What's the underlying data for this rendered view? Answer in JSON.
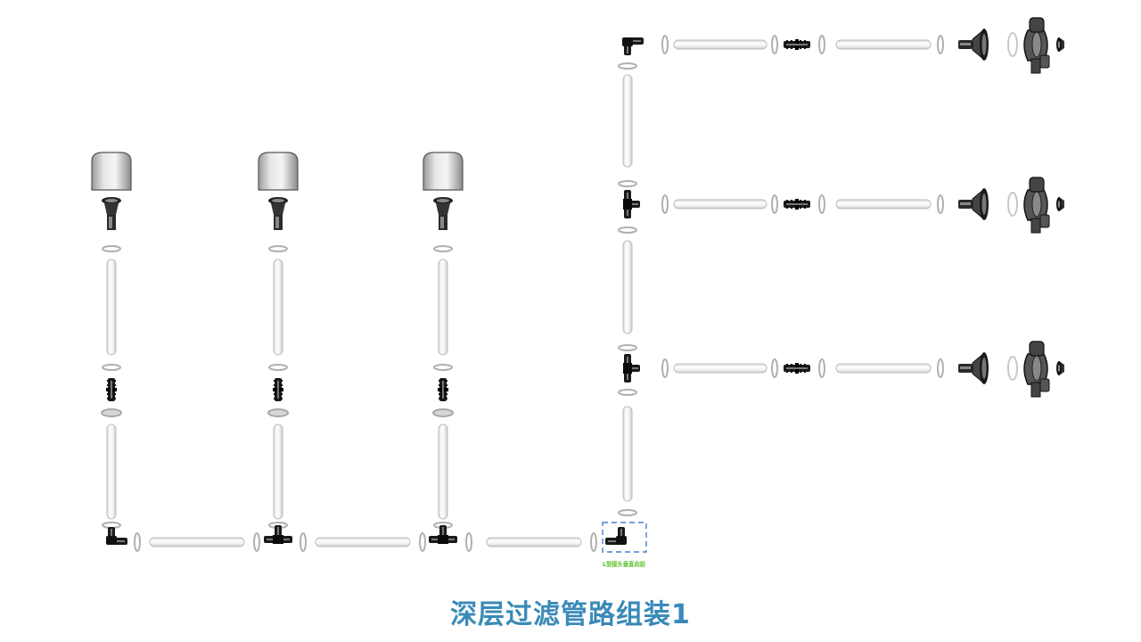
{
  "diagram": {
    "title": "深层过滤管路组装1",
    "annotation": {
      "text": "L型接头垂直向前",
      "color": "#5cbf2a",
      "highlight_color": "#4a7fd0"
    },
    "title_color": "#3a8ab8",
    "vertical_branches": [
      {
        "id": "branch-1",
        "components": [
          "cap",
          "hose-barb",
          "clamp",
          "tube",
          "clamp",
          "straight-connector",
          "clamp",
          "tube",
          "clamp",
          "elbow-connector"
        ]
      },
      {
        "id": "branch-2",
        "components": [
          "cap",
          "hose-barb",
          "clamp",
          "tube",
          "clamp",
          "straight-connector",
          "clamp",
          "tube",
          "clamp",
          "tee-connector"
        ]
      },
      {
        "id": "branch-3",
        "components": [
          "cap",
          "hose-barb",
          "clamp",
          "tube",
          "clamp",
          "straight-connector",
          "clamp",
          "tube",
          "clamp",
          "tee-connector"
        ]
      }
    ],
    "manifold": {
      "components": [
        "elbow-connector",
        "clamp",
        "tube",
        "clamp",
        "tee-connector",
        "clamp",
        "tube",
        "clamp",
        "tee-connector",
        "clamp",
        "tube",
        "clamp",
        "elbow-connector"
      ]
    },
    "riser": {
      "components": [
        "elbow-connector",
        "clamp",
        "tube",
        "clamp",
        "tee-connector",
        "clamp",
        "tube",
        "clamp",
        "tee-connector",
        "clamp",
        "tube",
        "clamp",
        "elbow-connector"
      ]
    },
    "outlets": [
      {
        "id": "outlet-1",
        "components": [
          "clamp",
          "tube",
          "clamp",
          "straight-connector",
          "clamp",
          "tube",
          "clamp",
          "sanitary-adapter",
          "gasket",
          "tri-clamp",
          "end-cap"
        ]
      },
      {
        "id": "outlet-2",
        "components": [
          "clamp",
          "tube",
          "clamp",
          "straight-connector",
          "clamp",
          "tube",
          "clamp",
          "sanitary-adapter",
          "gasket",
          "tri-clamp",
          "end-cap"
        ]
      },
      {
        "id": "outlet-3",
        "components": [
          "clamp",
          "tube",
          "clamp",
          "straight-connector",
          "clamp",
          "tube",
          "clamp",
          "sanitary-adapter",
          "gasket",
          "tri-clamp",
          "end-cap"
        ]
      }
    ]
  }
}
